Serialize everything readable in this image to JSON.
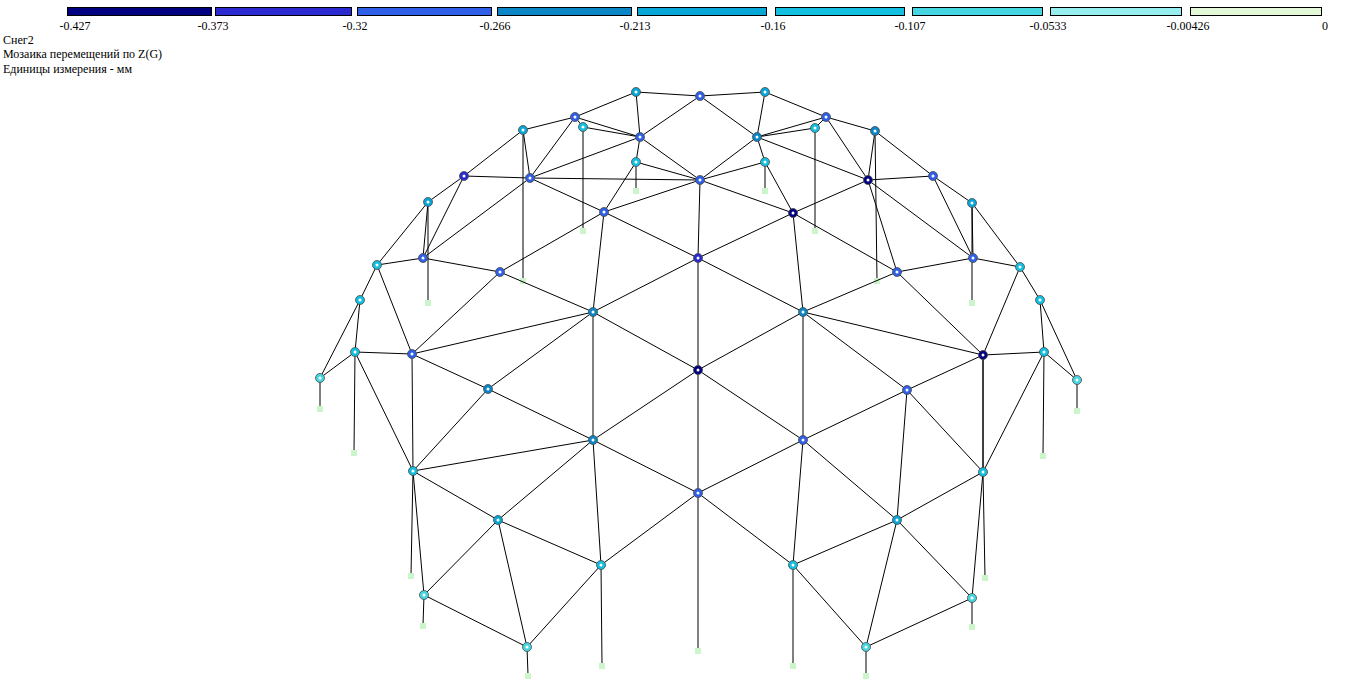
{
  "diagram": {
    "labels": [
      "0",
      "Снег2",
      "Мозаика перемещений по Z(G)",
      "Единицы измерения - мм"
    ],
    "legend": [
      {
        "text": "-0.427",
        "color": "#000080"
      },
      {
        "text": "-0.373",
        "color": "#2a2ad0"
      },
      {
        "text": "-0.32",
        "color": "#2e5fe6"
      },
      {
        "text": "-0.266",
        "color": "#0a86c6"
      },
      {
        "text": "-0.213",
        "color": "#08a6d6"
      },
      {
        "text": "-0.16",
        "color": "#12bfe0"
      },
      {
        "text": "-0.107",
        "color": "#46d6e2"
      },
      {
        "text": "-0.0533",
        "color": "#96eeee"
      },
      {
        "text": "-0.00426",
        "color": "#e2f8d6"
      }
    ]
  }
}
